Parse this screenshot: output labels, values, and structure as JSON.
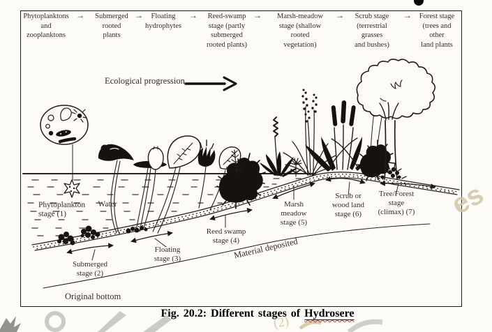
{
  "header": {
    "arrow": "→",
    "stages": [
      {
        "label": "Phytoplanktons\nand\nzooplanktons"
      },
      {
        "label": "Submerged\nrooted\nplants"
      },
      {
        "label": "Floating\nhydrophytes"
      },
      {
        "label": "Reed-swamp\nstage (partly\nsubmerged\nrooted plants)"
      },
      {
        "label": "Marsh-meadow\nstage (shallow\nrooted\nvegetation)"
      },
      {
        "label": "Scrub stage\n(terrestrial\ngrasses\nand bushes)"
      },
      {
        "label": "Forest stage\n(trees and\nother\nland plants"
      }
    ]
  },
  "diagram": {
    "progression_label": "Ecological progression",
    "labels": {
      "water": "Water",
      "phytoplankton": "Phytoplankton\nstage (1)",
      "submerged": "Submerged\nstage (2)",
      "floating": "Floating\nstage (3)",
      "reed_swamp": "Reed swamp\nstage (4)",
      "marsh_meadow": "Marsh\nmeadow\nstage (5)",
      "scrub": "Scrub or\nwood land\nstage (6)",
      "tree_forest": "Tree/Forest\nstage\n(climax) (7)",
      "material_deposited": "Material deposited",
      "original_bottom": "Original bottom"
    }
  },
  "caption": {
    "prefix": "Fig. 20.2: Different stages of ",
    "underlined": "Hydrosere"
  },
  "watermark": {
    "right_text": "es",
    "bottom_text": "(2)"
  },
  "colors": {
    "ink": "#1f1712",
    "text": "#3b2c23",
    "caption": "#000000",
    "watermark_tan": "#d2c5a2",
    "watermark_gray": "#c8c8c4",
    "squiggle": "#d43425"
  }
}
